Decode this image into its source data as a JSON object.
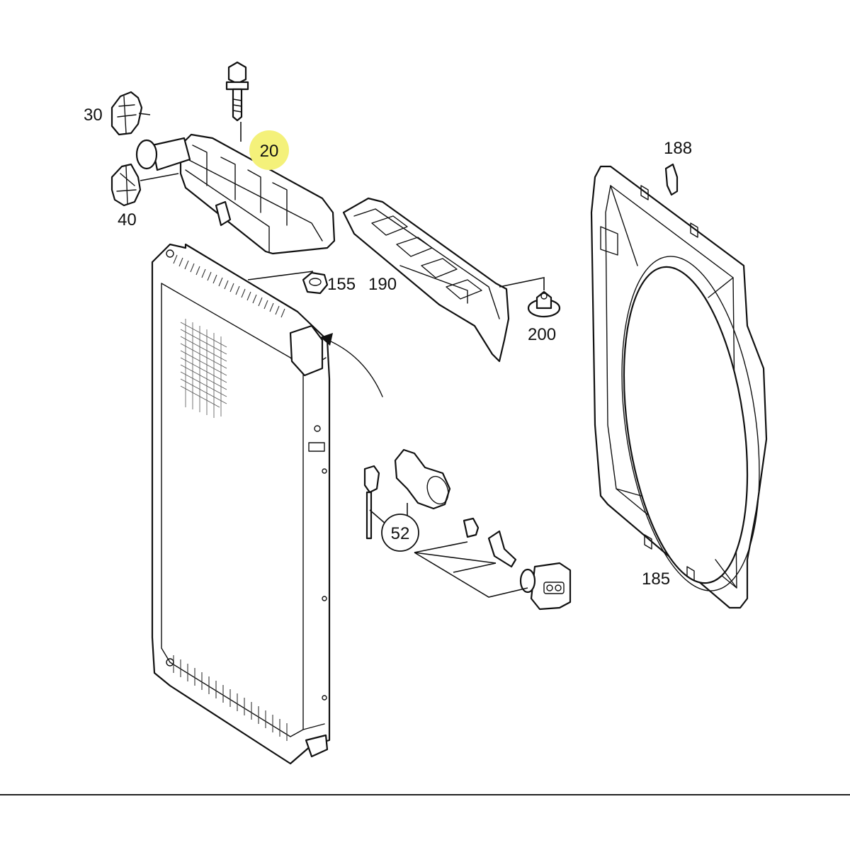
{
  "colors": {
    "highlight": "#f4f17a",
    "ink": "#111111",
    "background": "#ffffff"
  },
  "labels": {
    "p20": "20",
    "p30": "30",
    "p40": "40",
    "p52": "52",
    "p155": "155",
    "p185": "185",
    "p188": "188",
    "p190": "190",
    "p200": "200"
  }
}
